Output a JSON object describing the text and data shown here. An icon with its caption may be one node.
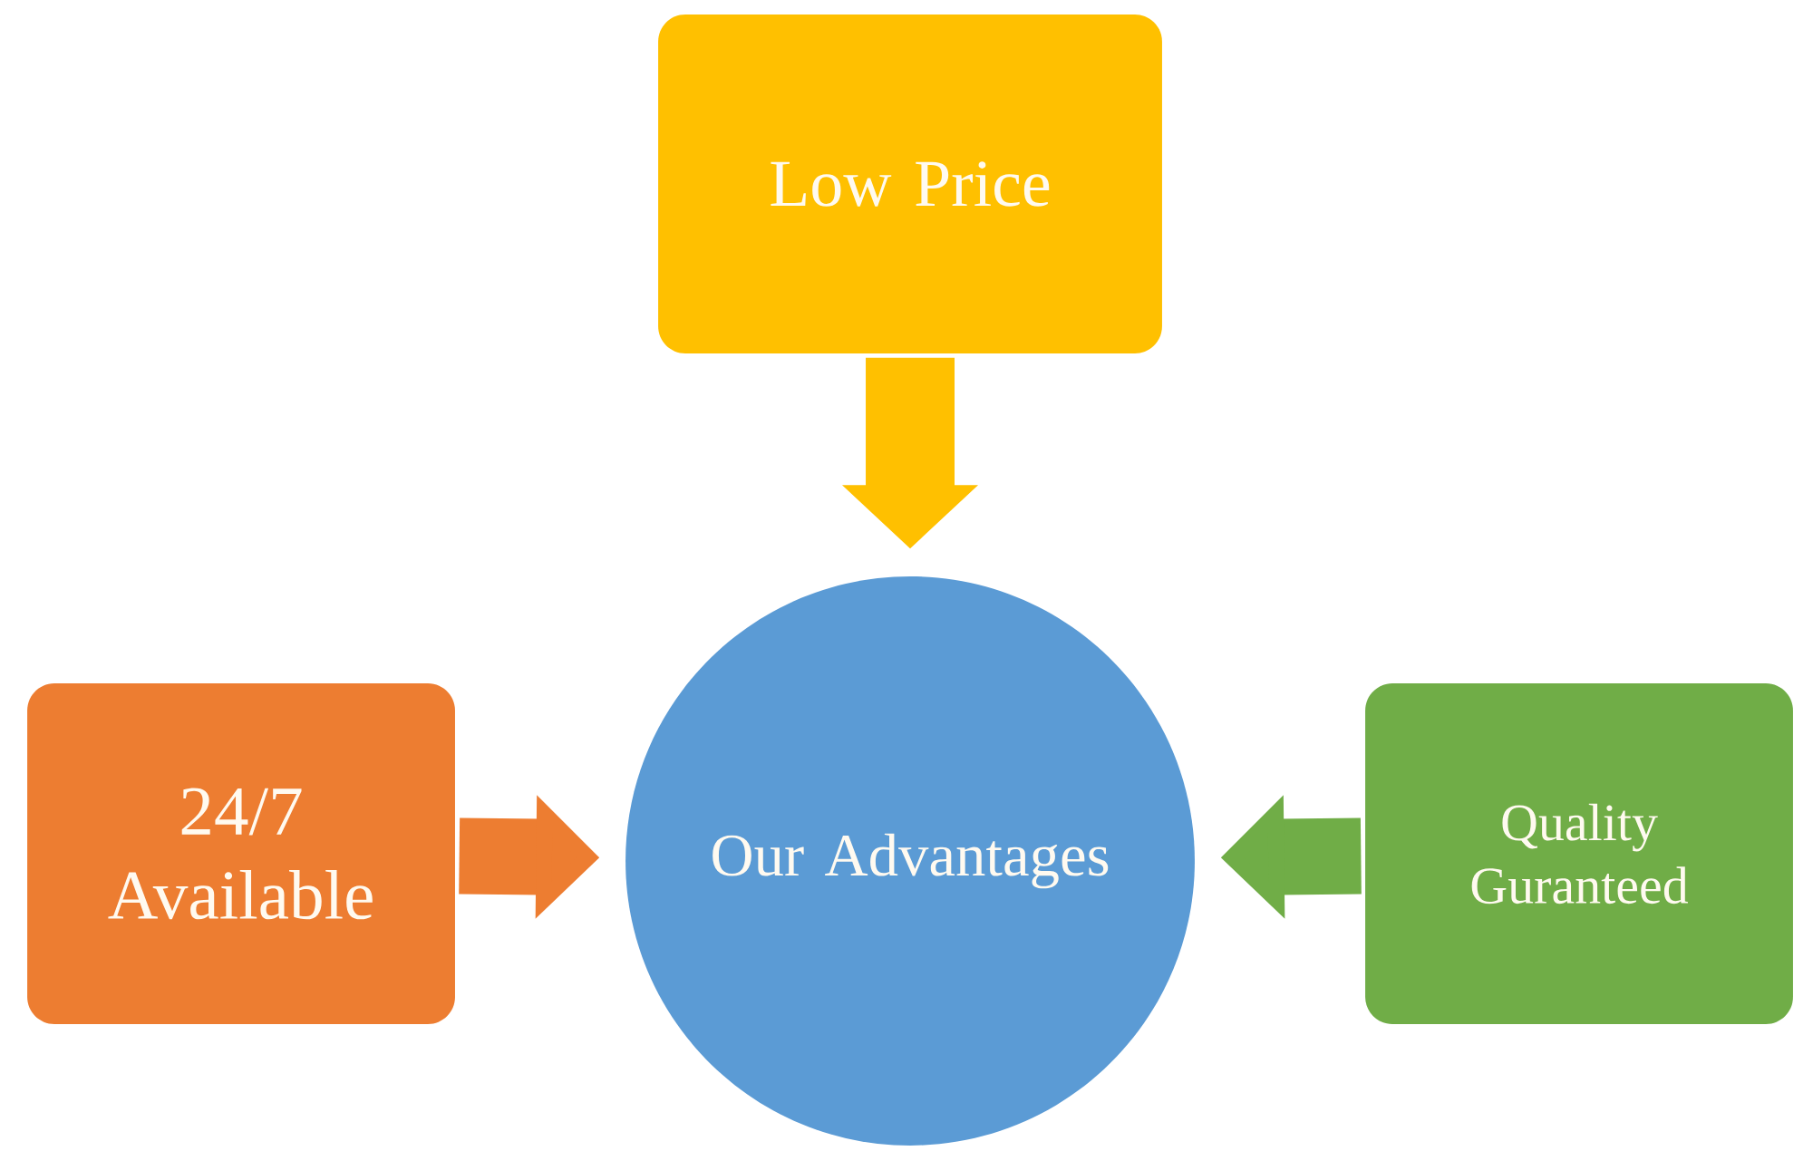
{
  "diagram": {
    "nodes": [
      {
        "text": [
          "Low Price"
        ]
      },
      {
        "text": [
          "Our Advantages"
        ]
      },
      {
        "text": [
          "24/7 Available"
        ]
      },
      {
        "text": [
          "Quality Guranteed"
        ]
      }
    ],
    "edges": [
      {
        "from": 0,
        "to": 1,
        "arrow": "to",
        "color": "#ffc000"
      },
      {
        "from": 2,
        "to": 1,
        "arrow": "to",
        "color": "#ed7d31"
      },
      {
        "from": 3,
        "to": 1,
        "arrow": "to",
        "color": "#70ad47"
      }
    ]
  }
}
